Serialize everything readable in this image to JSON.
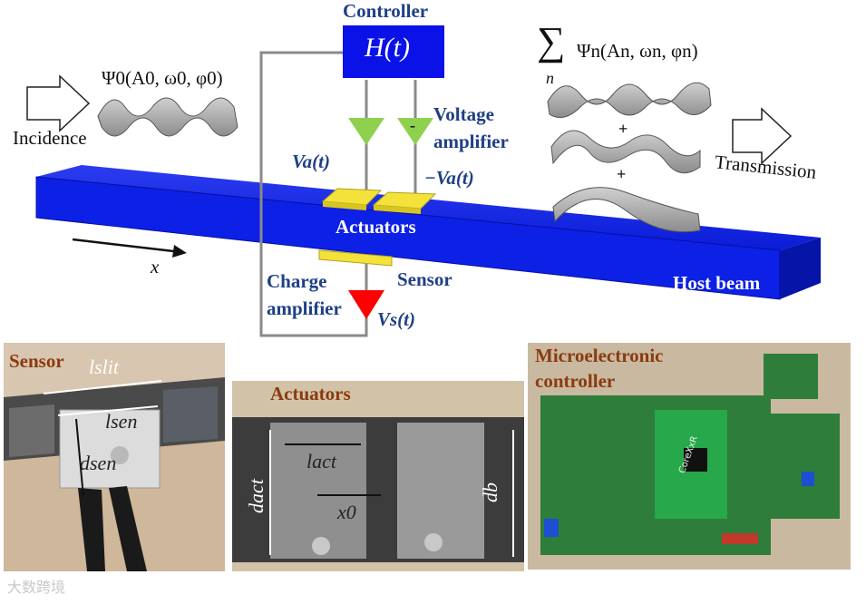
{
  "top_diagram": {
    "controller_title": "Controller",
    "controller_box": "H(t)",
    "incident_wave": "Ψ0(A0, ω0, φ0)",
    "transmitted_sum_symbol": "∑",
    "transmitted_sum_index": "n",
    "transmitted_wave": "Ψn(An, ωn, φn)",
    "incidence": "Incidence",
    "transmission": "Transmission",
    "voltage_amplifier": [
      "Voltage",
      "amplifier"
    ],
    "minus_sign": "-",
    "plus_sign": "+",
    "va": "Va(t)",
    "neg_va": "−Va(t)",
    "actuators": "Actuators",
    "sensor": "Sensor",
    "charge_amplifier": [
      "Charge",
      "amplifier"
    ],
    "vs": "Vs(t)",
    "host_beam": "Host beam",
    "x_axis": "x"
  },
  "photos": {
    "sensor": {
      "title": "Sensor",
      "l_slit": "lslit",
      "l_sen": "lsen",
      "d_sen": "dsen"
    },
    "actuators": {
      "title": "Actuators",
      "l_act": "lact",
      "d_act": "dact",
      "x0": "x0",
      "d_b": "db"
    },
    "controller": {
      "title": [
        "Microelectronic",
        "controller"
      ],
      "board_text": "CoreXxR"
    }
  },
  "watermark": "大数跨境",
  "colors": {
    "beam": "#0a1fe0",
    "controller_box": "#0a12e8",
    "green_triangle": "#8fd14f",
    "red_triangle": "#ff0000",
    "piezo": "#f2e23a",
    "label_navy": "#1f3f86",
    "label_brown": "#8b3a0f"
  }
}
